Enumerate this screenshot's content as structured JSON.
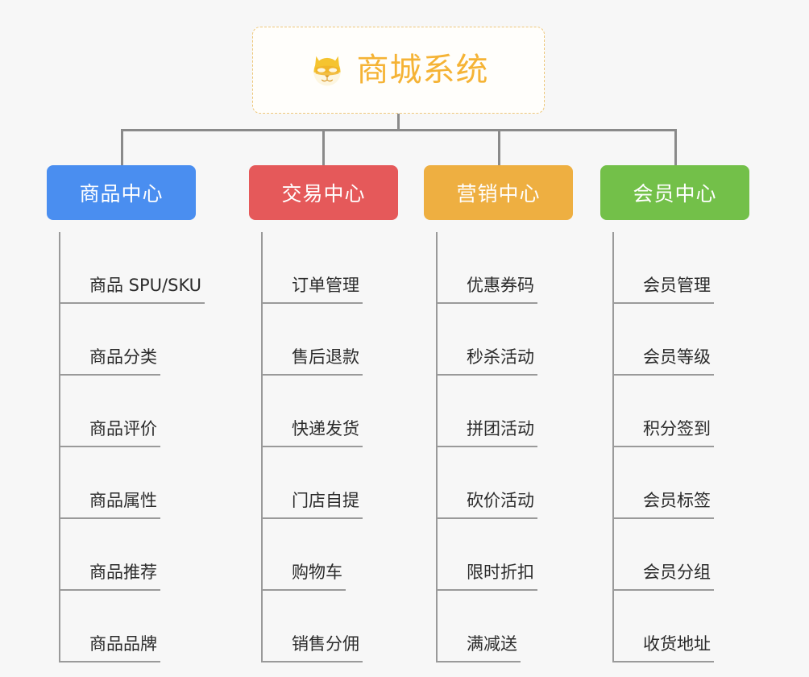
{
  "root": {
    "title": "商城系统",
    "icon": "dog-face-icon",
    "border_color": "#eec77a",
    "text_color": "#f5b335"
  },
  "connector_color": "#8a8a8a",
  "background_color": "#f7f7f7",
  "categories": [
    {
      "label": "商品中心",
      "color": "#4a8ef0",
      "items": [
        "商品 SPU/SKU",
        "商品分类",
        "商品评价",
        "商品属性",
        "商品推荐",
        "商品品牌"
      ]
    },
    {
      "label": "交易中心",
      "color": "#e5595a",
      "items": [
        "订单管理",
        "售后退款",
        "快递发货",
        "门店自提",
        "购物车",
        "销售分佣"
      ]
    },
    {
      "label": "营销中心",
      "color": "#eeaf41",
      "items": [
        "优惠券码",
        "秒杀活动",
        "拼团活动",
        "砍价活动",
        "限时折扣",
        "满减送"
      ]
    },
    {
      "label": "会员中心",
      "color": "#73c049",
      "items": [
        "会员管理",
        "会员等级",
        "积分签到",
        "会员标签",
        "会员分组",
        "收货地址"
      ]
    }
  ]
}
